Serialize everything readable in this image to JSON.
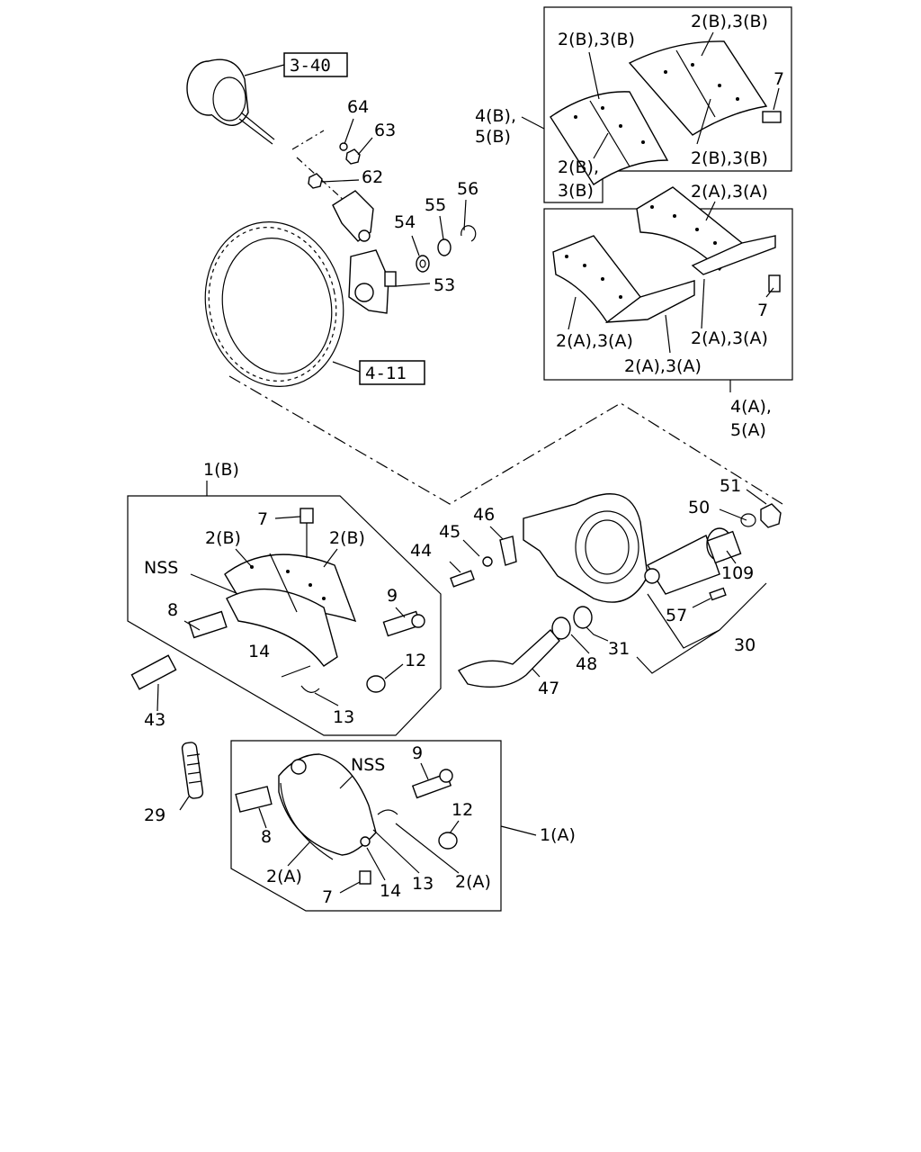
{
  "labels": {
    "ref_3_40": "3-40",
    "ref_4_11": "4-11",
    "p64": "64",
    "p63": "63",
    "p62": "62",
    "p56": "56",
    "p55": "55",
    "p54": "54",
    "p53": "53",
    "top_b_right_head": "2(B),3(B)",
    "top_b_left_head": "2(B),3(B)",
    "top_b_7": "7",
    "top_b_left_a": "2(B),",
    "top_b_left_b": "3(B)",
    "top_b_right_foot": "2(B),3(B)",
    "side_4b": "4(B),",
    "side_5b": "5(B)",
    "top_a_head": "2(A),3(A)",
    "top_a_7": "7",
    "top_a_left": "2(A),3(A)",
    "top_a_right": "2(A),3(A)",
    "top_a_mid": "2(A),3(A)",
    "side_4a": "4(A),",
    "side_5a": "5(A)",
    "g1b": "1(B)",
    "g1b_7": "7",
    "g1b_2b_left": "2(B)",
    "g1b_2b_right": "2(B)",
    "g1b_nss": "NSS",
    "g1b_8": "8",
    "g1b_9": "9",
    "g1b_14": "14",
    "g1b_12": "12",
    "g1b_13": "13",
    "p43": "43",
    "p29": "29",
    "p51": "51",
    "p50": "50",
    "p46": "46",
    "p45": "45",
    "p44": "44",
    "p109": "109",
    "p57": "57",
    "p31": "31",
    "p30": "30",
    "p48": "48",
    "p47": "47",
    "g1a_nss": "NSS",
    "g1a_9": "9",
    "g1a_12": "12",
    "g1a": "1(A)",
    "g1a_8": "8",
    "g1a_2a_left": "2(A)",
    "g1a_7": "7",
    "g1a_14": "14",
    "g1a_13": "13",
    "g1a_2a_right": "2(A)"
  }
}
